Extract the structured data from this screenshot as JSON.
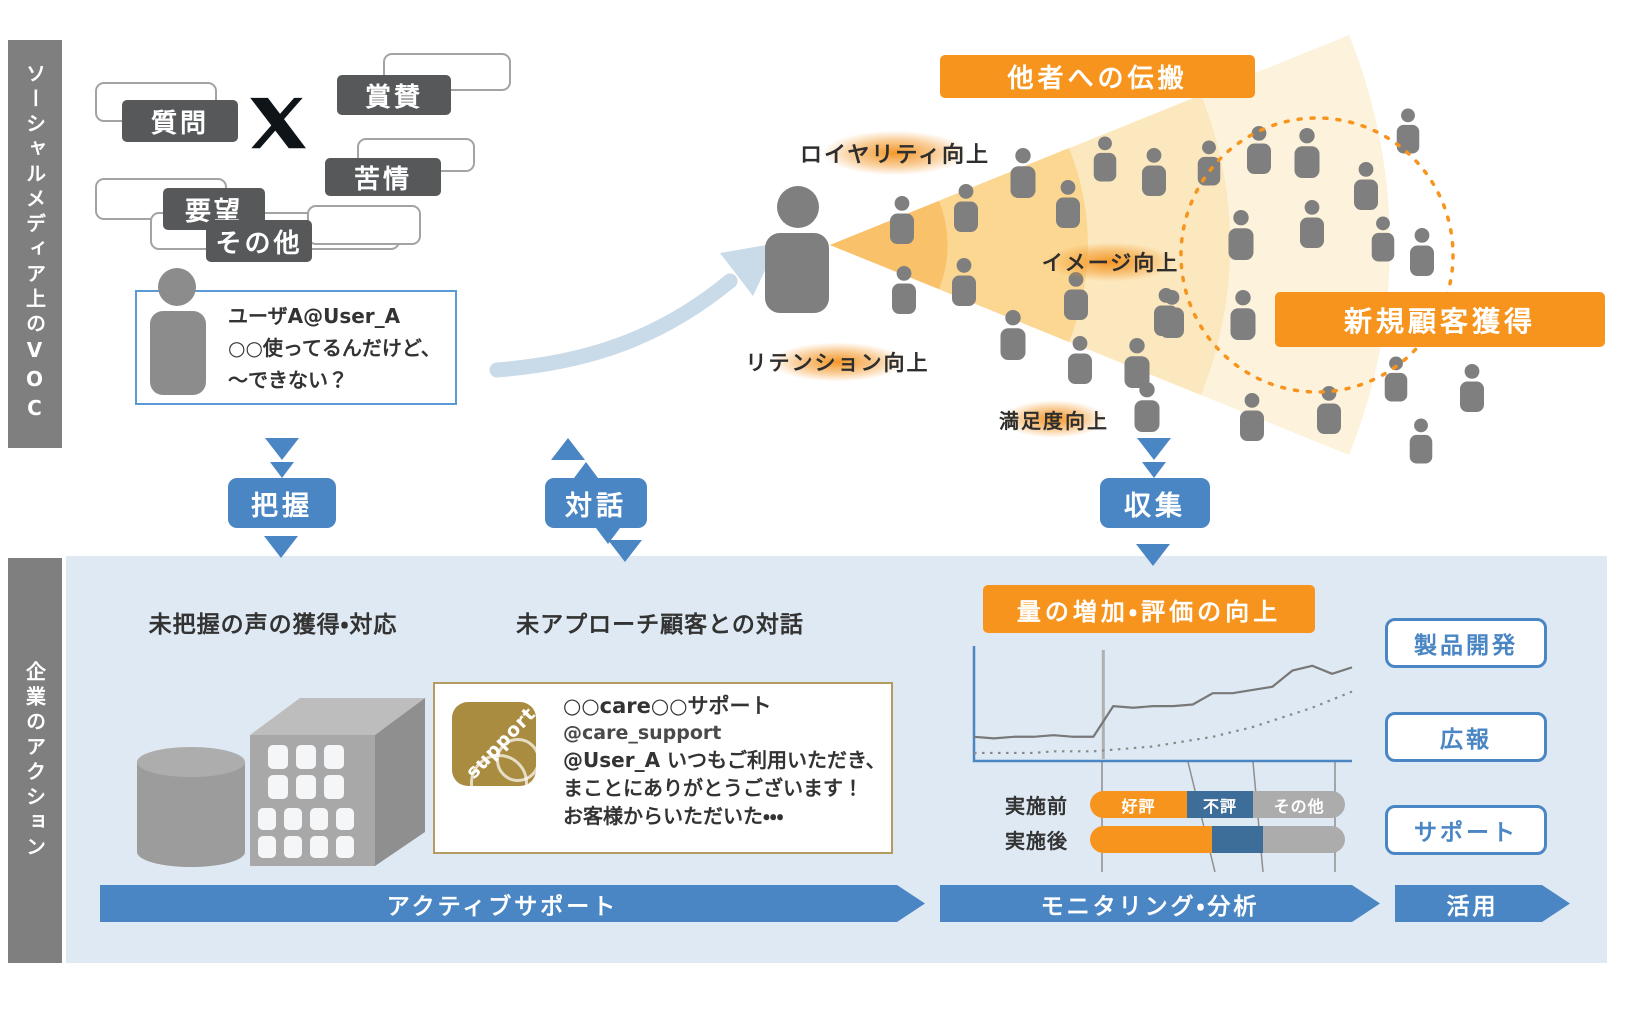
{
  "colors": {
    "accent_blue": "#4A86C4",
    "panel_blue": "#DFE9F3",
    "orange": "#F7941D",
    "bubble_dark": "#56585A",
    "sidebar_gray": "#7F7F7F",
    "person_gray": "#7F7F7F",
    "gold": "#A98C3F",
    "gold_border": "#B49B5E",
    "bar_blue": "#3D6E99",
    "bar_gray": "#ACACAC",
    "card_border_blue": "#5B9BD5"
  },
  "voc": {
    "sidebar_label": "ソーシャルメディア上のVOC",
    "bubbles": [
      "質問",
      "賞賛",
      "苦情",
      "要望",
      "その他"
    ],
    "user_post": {
      "account": "ユーザA@User_A",
      "line1": "○○使ってるんだけど、",
      "line2": "～できない？"
    }
  },
  "flow": {
    "grasp": "把握",
    "dialogue": "対話",
    "collect": "収集"
  },
  "propagation": {
    "banner": "他者への伝搬",
    "loyalty": "ロイヤリティ向上",
    "image": "イメージ向上",
    "retention": "リテンション向上",
    "satisfaction": "満足度向上",
    "new_customer": "新規顧客獲得"
  },
  "action": {
    "sidebar_label": "企業のアクション",
    "left_heading": "未把握の声の獲得・対応",
    "center_heading": "未アプローチ顧客との対話",
    "support_post": {
      "avatar": "support",
      "name": "○○care○○サポート",
      "id": "@care_support",
      "line1": "@User_A いつもご利用いただき、",
      "line2": "まことにありがとうございます！",
      "line3": "お客様からいただいた・・・"
    },
    "monitor_banner": "量の増加・評価の向上",
    "dept_buttons": [
      "製品開発",
      "広報",
      "サポート"
    ],
    "process_arrows": [
      "アクティブサポート",
      "モニタリング・分析",
      "活用"
    ]
  },
  "chart_data": [
    {
      "type": "line",
      "title": "量の増加・評価の向上",
      "x_points": 20,
      "divider_x": 6.5,
      "ylim": [
        0,
        70
      ],
      "grid": false,
      "series": [
        {
          "name": "voc-volume-solid",
          "style": "solid",
          "values": [
            15,
            14,
            15,
            15,
            16,
            15,
            15,
            34,
            33,
            34,
            34,
            35,
            42,
            42,
            44,
            46,
            56,
            59,
            54,
            58
          ]
        },
        {
          "name": "evaluation-dotted",
          "style": "dotted",
          "values": [
            5,
            5,
            5,
            5,
            6,
            6,
            6,
            7,
            8,
            9,
            11,
            13,
            15,
            18,
            21,
            25,
            29,
            33,
            38,
            43
          ]
        }
      ]
    },
    {
      "type": "stacked-bar",
      "unit": "%",
      "categories": [
        "実施前",
        "実施後"
      ],
      "series": [
        {
          "name": "好評",
          "color_key": "orange",
          "values": [
            38,
            48
          ]
        },
        {
          "name": "不評",
          "color_key": "bar_blue",
          "values": [
            26,
            20
          ]
        },
        {
          "name": "その他",
          "color_key": "bar_gray",
          "values": [
            36,
            32
          ]
        }
      ]
    }
  ]
}
